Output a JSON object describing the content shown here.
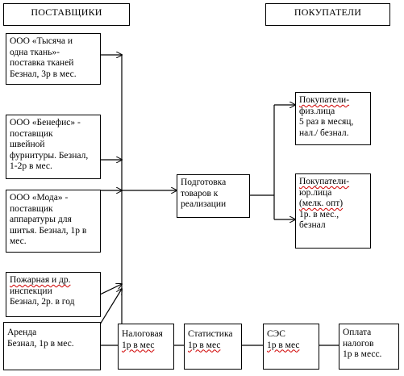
{
  "headers": {
    "suppliers": "ПОСТАВЩИКИ",
    "buyers": "ПОКУПАТЕЛИ"
  },
  "suppliers": [
    {
      "lines": [
        "ООО «Тысяча и",
        "одна ткань»-",
        "поставка тканей",
        "Безнал, 3р в мес."
      ]
    },
    {
      "lines": [
        "ООО «Бенефис»  -",
        "поставщик",
        "швейной",
        "фурнитуры. Безнал,",
        "1-2р в мес."
      ]
    },
    {
      "lines": [
        "ООО «Мода» -",
        "поставщик",
        "аппаратуры  для",
        "шитья. Безнал,  1р в",
        "мес."
      ]
    },
    {
      "lines": [
        "Пожарная и др.",
        "инспекции",
        "Безнал, 2р. в год"
      ]
    },
    {
      "lines": [
        "Аренда",
        "Безнал, 1р в мес."
      ]
    }
  ],
  "center": {
    "lines": [
      "Подготовка",
      "товаров к",
      "реализации"
    ]
  },
  "buyers": [
    {
      "lines": [
        "Покупатели-",
        "физ.лица",
        "5 раз в месяц,",
        "нал./ безнал."
      ]
    },
    {
      "lines": [
        "Покупатели-",
        "юр.лица",
        "(мелк. опт)",
        "1р. в мес.,",
        "безнал"
      ]
    }
  ],
  "bottom": [
    {
      "lines": [
        "Налоговая",
        "1р в мес"
      ]
    },
    {
      "lines": [
        "Статистика",
        "1р в мес"
      ]
    },
    {
      "lines": [
        "СЭС",
        "1р в мес"
      ]
    },
    {
      "lines": [
        "Оплата",
        "налогов",
        "1р в месс."
      ]
    }
  ]
}
